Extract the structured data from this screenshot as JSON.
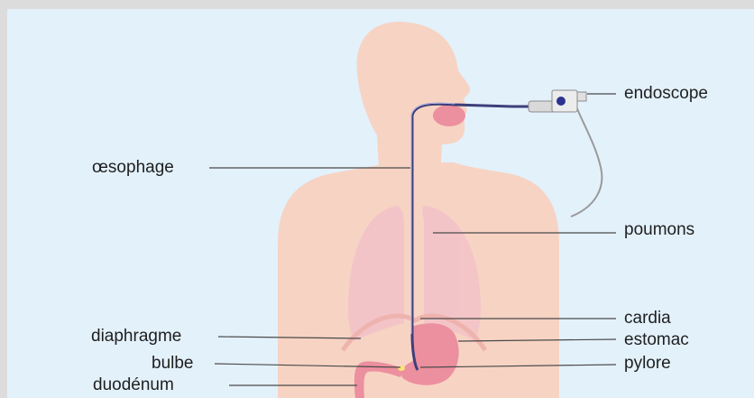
{
  "labels": {
    "endoscope": "endoscope",
    "oesophage": "œsophage",
    "poumons": "poumons",
    "cardia": "cardia",
    "diaphragme": "diaphragme",
    "estomac": "estomac",
    "bulbe": "bulbe",
    "pylore": "pylore",
    "duodenum": "duodénum"
  },
  "colors": {
    "background": "#e3f1fb",
    "body": "#f7d3c4",
    "lungs": "#f3c3c8",
    "organs": "#ec8f9f",
    "tube": "#3d3f7a",
    "leader": "#4a4a4a"
  }
}
